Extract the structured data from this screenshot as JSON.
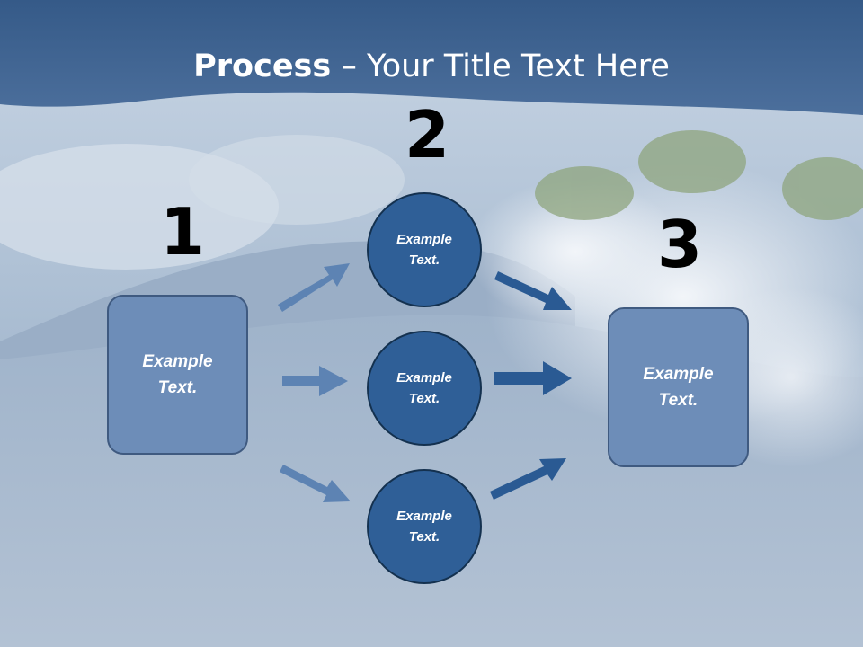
{
  "title": {
    "bold": "Process",
    "dash": " – ",
    "rest": "Your Title Text Here"
  },
  "steps": {
    "one": {
      "number": "1",
      "text": "Example Text."
    },
    "two": {
      "number": "2"
    },
    "three": {
      "number": "3",
      "text": "Example Text."
    }
  },
  "circles": [
    {
      "text": "Example Text."
    },
    {
      "text": "Example Text."
    },
    {
      "text": "Example Text."
    }
  ],
  "colors": {
    "header": "#3f628f",
    "box_fill": "#6d8db8",
    "circle_fill": "#2f5f97",
    "arrow_light": "#5d83b3",
    "arrow_dark": "#2a5a93"
  }
}
